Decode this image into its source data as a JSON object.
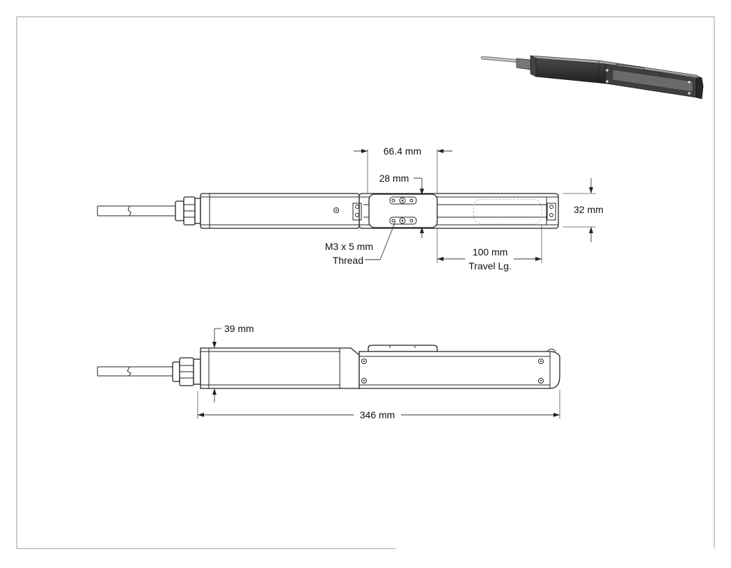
{
  "dimensions": {
    "slider_span": "66.4 mm",
    "slider_width": "28 mm",
    "rail_height": "32 mm",
    "thread": "M3 x 5 mm",
    "thread_note": "Thread",
    "travel": "100 mm",
    "travel_note": "Travel Lg.",
    "body_height": "39 mm",
    "overall_length": "346 mm"
  },
  "colors": {
    "line": "#222222",
    "frame": "#9a9a9a",
    "iso_dark": "#3a3a3a",
    "iso_mid": "#6b6b6b",
    "iso_light": "#b5b5b5"
  },
  "icons": {
    "iso_view": "linear-actuator-isometric-icon"
  }
}
